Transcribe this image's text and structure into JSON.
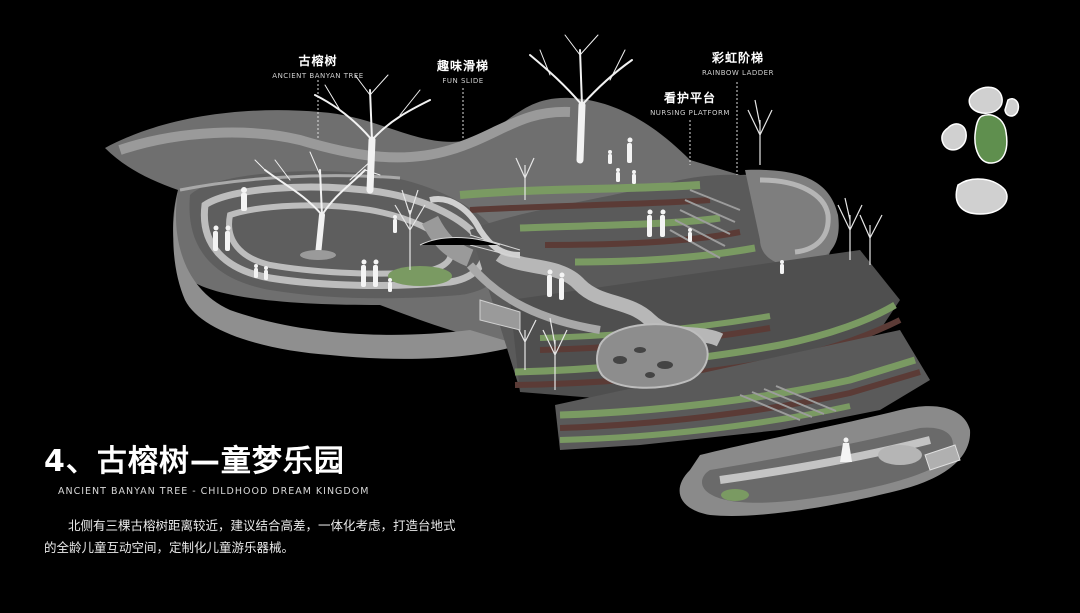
{
  "labels": [
    {
      "id": "ancient-banyan",
      "cn": "古榕树",
      "en": "ANCIENT BANYAN TREE"
    },
    {
      "id": "fun-slide",
      "cn": "趣味滑梯",
      "en": "FUN SLIDE"
    },
    {
      "id": "nursing-platform",
      "cn": "看护平台",
      "en": "NURSING PLATFORM"
    },
    {
      "id": "rainbow-ladder",
      "cn": "彩虹阶梯",
      "en": "RAINBOW LADDER"
    }
  ],
  "heading": {
    "title": "4、古榕树—童梦乐园",
    "subtitle": "ANCIENT BANYAN TREE - CHILDHOOD DREAM KINGDOM",
    "description": "北侧有三棵古榕树距离较近，建议结合高差，一体化考虑，打造台地式的全龄儿童互动空间，定制化儿童游乐器械。"
  },
  "colors": {
    "background": "#000000",
    "paving": "#7b7b7b",
    "path": "#c6c6c6",
    "lawn": "#7a9a62",
    "wall": "#5b3b36",
    "key_highlight": "#5f8f4e"
  }
}
